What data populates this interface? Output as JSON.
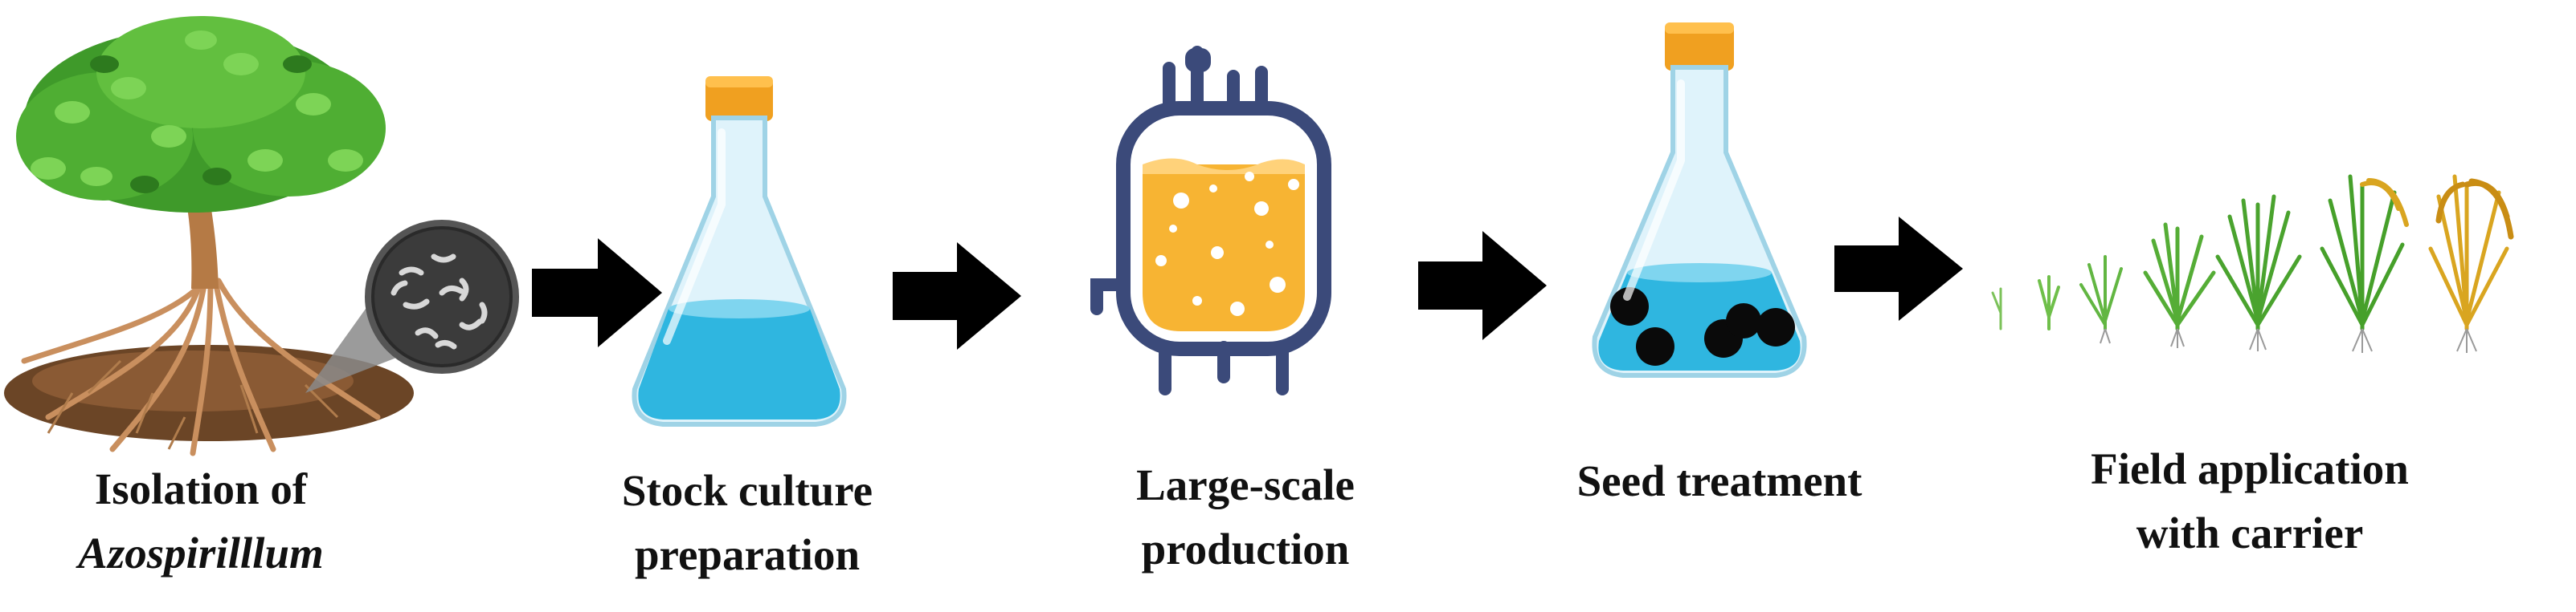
{
  "steps": [
    {
      "line1": "Isolation of",
      "line2": "Azospirilllum",
      "icon": "tree-roots-with-microscope-inset"
    },
    {
      "line1": "Stock culture",
      "line2": "preparation",
      "icon": "erlenmeyer-flask-blue-liquid"
    },
    {
      "line1": "Large-scale",
      "line2": "production",
      "icon": "bioreactor-fermenter"
    },
    {
      "line1": "Seed treatment",
      "line2": "",
      "icon": "flask-with-seeds"
    },
    {
      "line1": "Field application",
      "line2": "with carrier",
      "icon": "rice-plant-growth-stages"
    }
  ],
  "colors": {
    "arrow": "#000000",
    "flask_glass": "#dff3fb",
    "flask_liquid": "#2fb6e0",
    "cork": "#f0a020",
    "reactor_outline": "#3b4a7a",
    "reactor_liquid": "#f7b433",
    "leaf_green": "#3f9a2a",
    "soil": "#6b4526",
    "grain_gold": "#d9a520"
  }
}
